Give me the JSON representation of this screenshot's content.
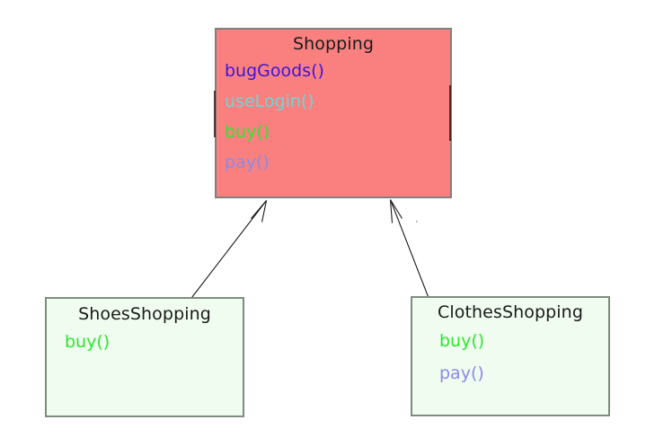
{
  "diagram": {
    "type": "uml-class-diagram",
    "background_color": "#ffffff",
    "classes": [
      {
        "id": "shopping",
        "name": "Shopping",
        "role": "parent",
        "fill_color": "#FA8080",
        "border_color": "#808080",
        "title_color": "#1a1a1a",
        "members": [
          {
            "label": "bugGoods()",
            "color": "#3C14DC"
          },
          {
            "label": "useLogin()",
            "color": "#6FD4D4"
          },
          {
            "label": "buy()",
            "color": "#2EE62E"
          },
          {
            "label": "pay()",
            "color": "#8A8AE8"
          }
        ]
      },
      {
        "id": "shoes",
        "name": "ShoesShopping",
        "role": "child",
        "fill_color": "#EFFCEF",
        "border_color": "#7e8c7e",
        "title_color": "#1a1a1a",
        "members": [
          {
            "label": "buy()",
            "color": "#2EE62E"
          }
        ]
      },
      {
        "id": "clothes",
        "name": "ClothesShopping",
        "role": "child",
        "fill_color": "#EFFCEF",
        "border_color": "#7e8c7e",
        "title_color": "#1a1a1a",
        "members": [
          {
            "label": "buy()",
            "color": "#2EE62E"
          },
          {
            "label": "pay()",
            "color": "#8A8AE8"
          }
        ]
      }
    ],
    "relationships": [
      {
        "id": "shoes-to-shopping",
        "kind": "generalization",
        "from": "ShoesShopping",
        "to": "Shopping",
        "arrow_style": "open-arrowhead",
        "color": "#1a1a1a"
      },
      {
        "id": "clothes-to-shopping",
        "kind": "generalization",
        "from": "ClothesShopping",
        "to": "Shopping",
        "arrow_style": "open-arrowhead",
        "color": "#1a1a1a"
      }
    ]
  }
}
